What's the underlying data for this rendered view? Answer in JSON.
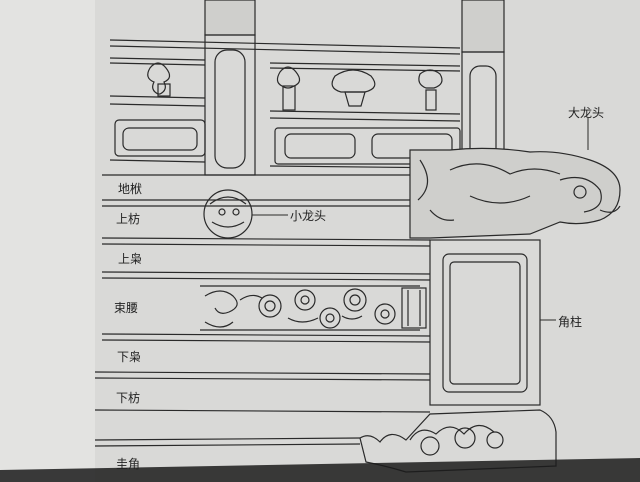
{
  "diagram": {
    "left_labels": {
      "dilan": "地栿",
      "shangfang": "上枋",
      "shangxiao": "上枭",
      "shuyao": "束腰",
      "xiaxiao": "下枭",
      "xiafang": "下枋",
      "guijiao": "圭角"
    },
    "callouts": {
      "xiao_long_tou": "小龙头",
      "da_long_tou": "大龙头",
      "jiao_zhu": "角柱"
    }
  },
  "colors": {
    "paper": "#d9d9d7",
    "ink": "#2a2a2a"
  }
}
